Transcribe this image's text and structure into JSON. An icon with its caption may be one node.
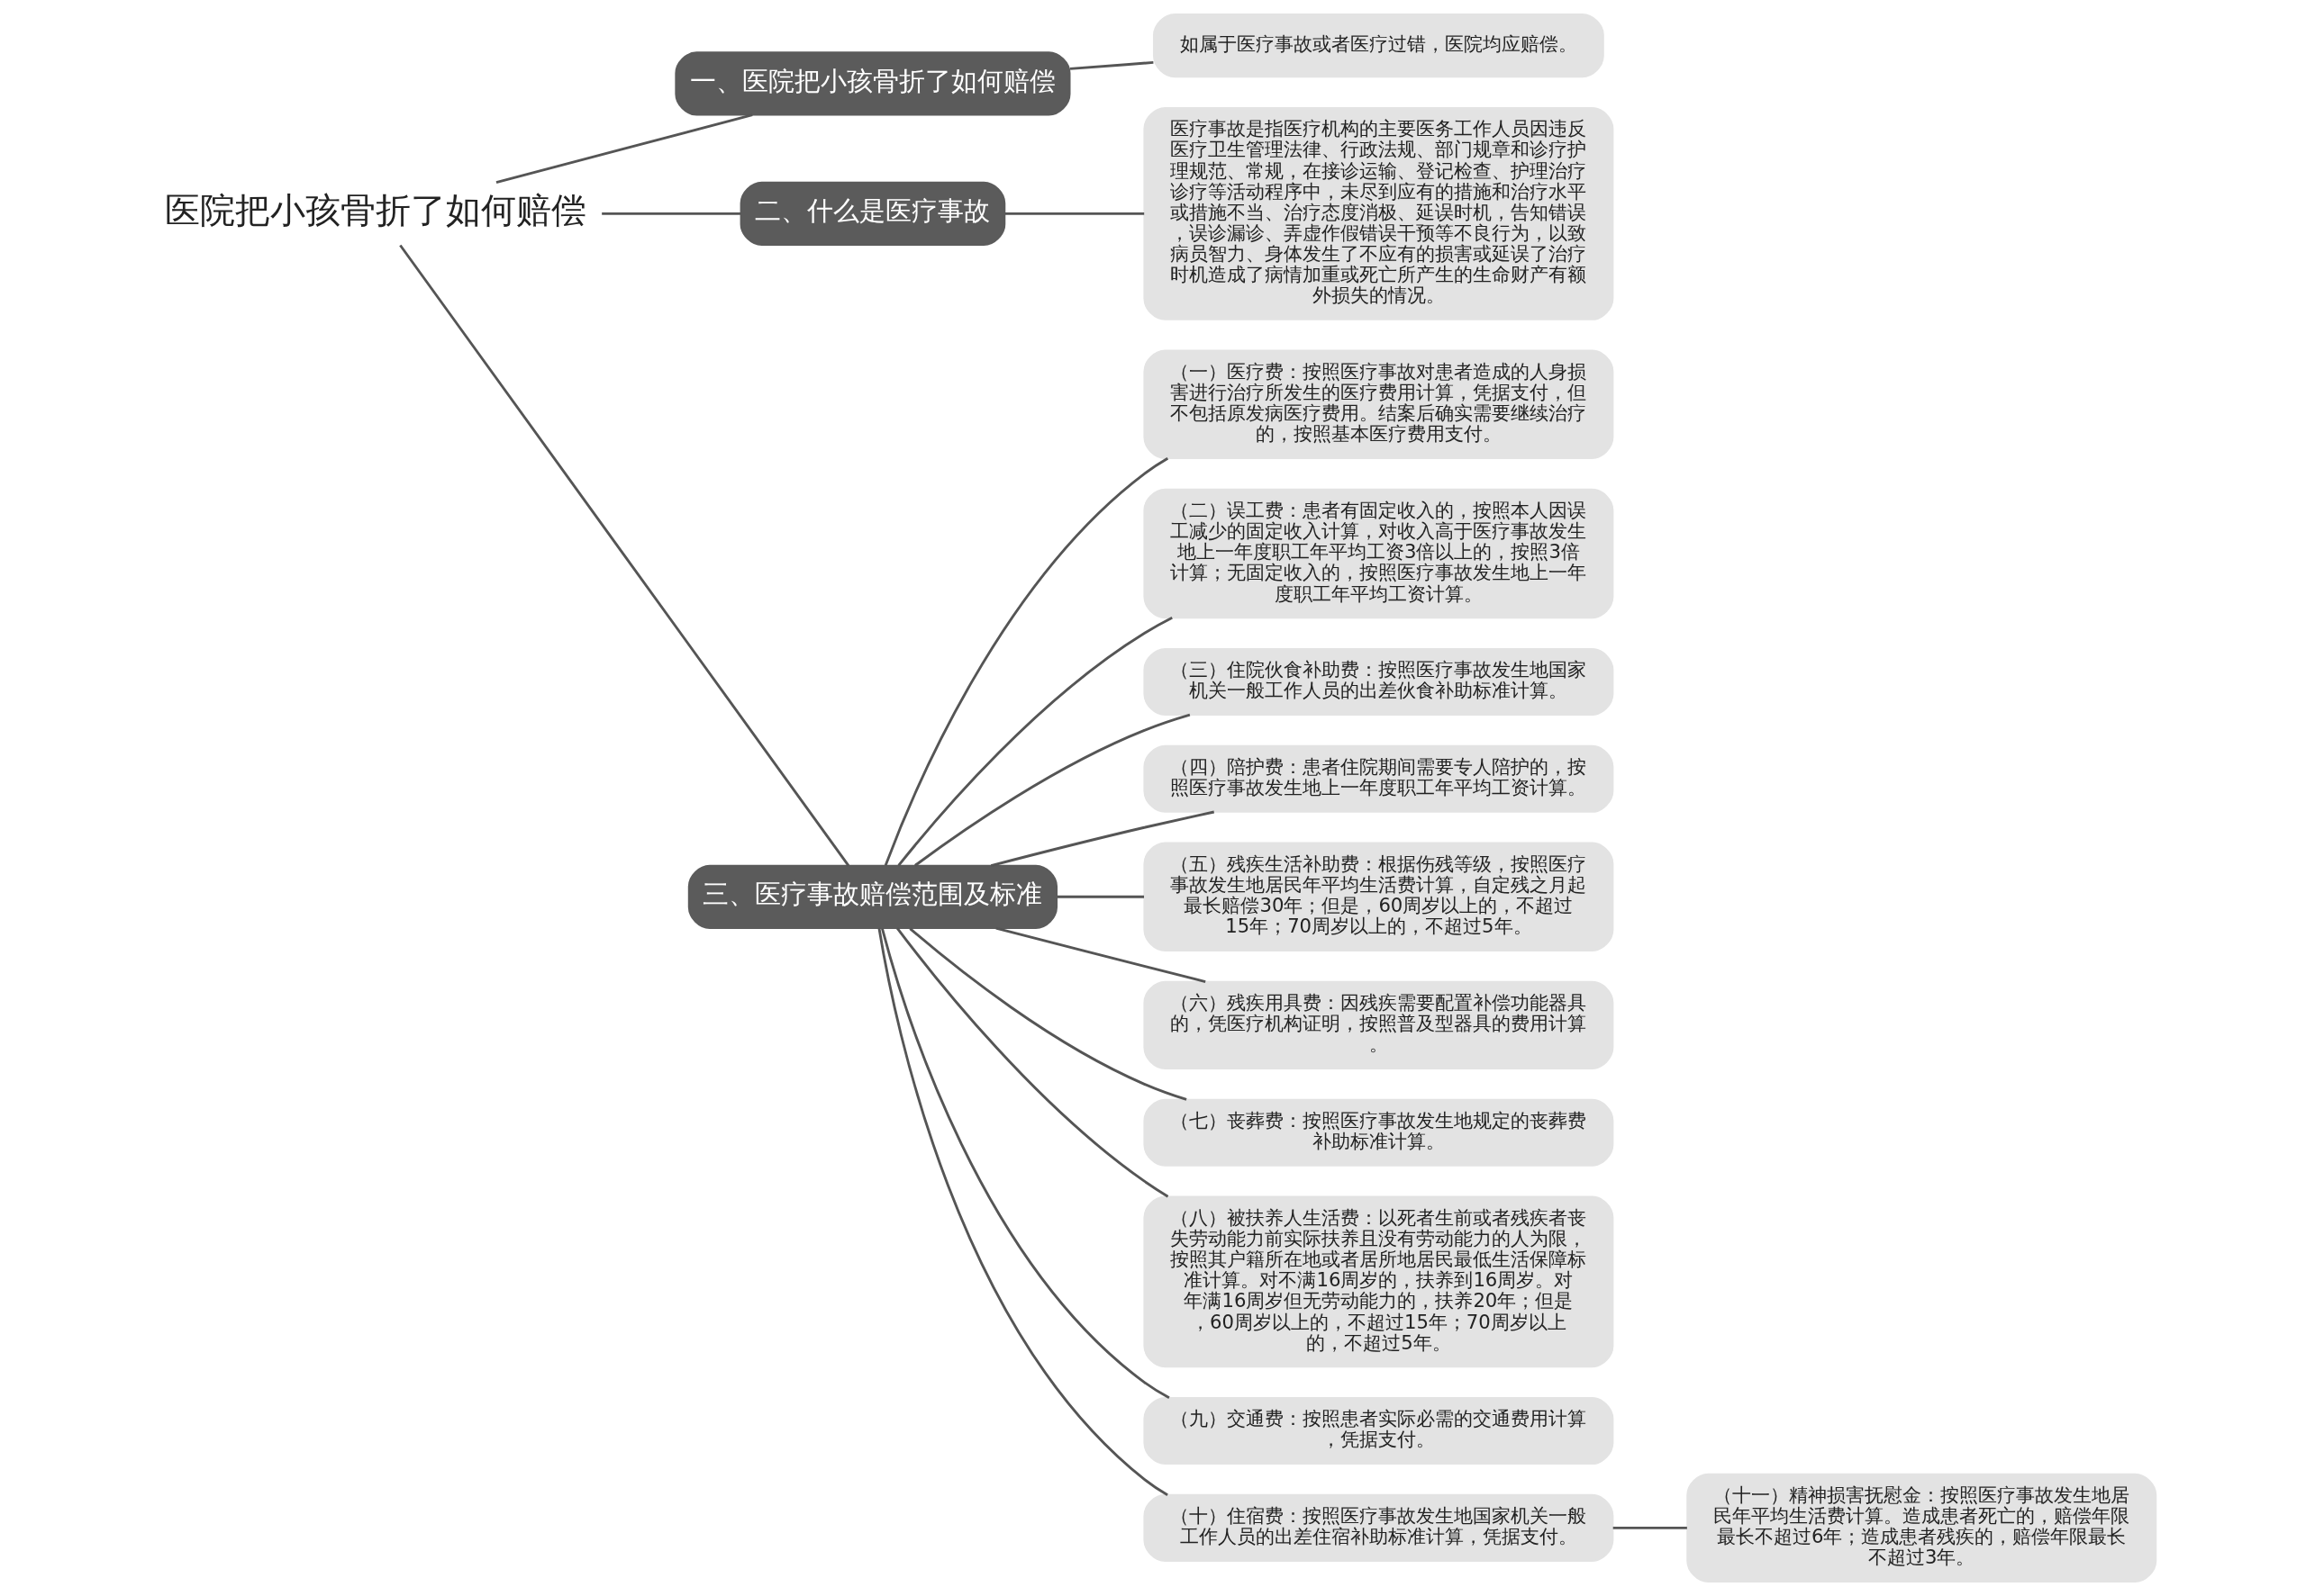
{
  "diagram": {
    "nodes": [
      {
        "text": [
          "医院把小孩骨折了如何赔偿"
        ]
      },
      {
        "text": [
          "一、医院把小孩骨折了如何赔偿"
        ]
      },
      {
        "text": [
          "如属于医疗事故或者医疗过错，医院均应赔偿。"
        ]
      },
      {
        "text": [
          "二、什么是医疗事故"
        ]
      },
      {
        "text": [
          "医疗事故是指医疗机构的主要医务工作人员因违反医疗卫生管理法律、行政法规、部门规章和诊疗护理规范、常规，在接诊运输、登记检查、护理治疗诊疗等活动程序中，未尽到应有的措施和治疗水平或措施不当、治疗态度消极、延误时机，告知错误，误诊漏诊、弄虚作假错误干预等不良行为，以致病员智力、身体发生了不应有的损害或延误了治疗时机造成了病情加重或死亡所产生的生命财产有额外损失的情况。"
        ]
      },
      {
        "text": [
          "三、医疗事故赔偿范围及标准"
        ]
      },
      {
        "text": [
          "（一）医疗费：按照医疗事故对患者造成的人身损害进行治疗所发生的医疗费用计算，凭据支付，但不包括原发病医疗费用。结案后确实需要继续治疗的，按照基本医疗费用支付。"
        ]
      },
      {
        "text": [
          "（二）误工费：患者有固定收入的，按照本人因误工减少的固定收入计算，对收入高于医疗事故发生地上一年度职工年平均工资3倍以上的，按照3倍计算；无固定收入的，按照医疗事故发生地上一年度职工年平均工资计算。"
        ]
      },
      {
        "text": [
          "（三）住院伙食补助费：按照医疗事故发生地国家机关一般工作人员的出差伙食补助标准计算。"
        ]
      },
      {
        "text": [
          "（四）陪护费：患者住院期间需要专人陪护的，按照医疗事故发生地上一年度职工年平均工资计算。"
        ]
      },
      {
        "text": [
          "（五）残疾生活补助费：根据伤残等级，按照医疗事故发生地居民年平均生活费计算，自定残之月起最长赔偿30年；但是，60周岁以上的，不超过15年；70周岁以上的，不超过5年。"
        ]
      },
      {
        "text": [
          "（六）残疾用具费：因残疾需要配置补偿功能器具的，凭医疗机构证明，按照普及型器具的费用计算。"
        ]
      },
      {
        "text": [
          "（七）丧葬费：按照医疗事故发生地规定的丧葬费补助标准计算。"
        ]
      },
      {
        "text": [
          "（八）被扶养人生活费：以死者生前或者残疾者丧失劳动能力前实际扶养且没有劳动能力的人为限，按照其户籍所在地或者居所地居民最低生活保障标准计算。对不满16周岁的，扶养到16周岁。对年满16周岁但无劳动能力的，扶养20年；但是，60周岁以上的，不超过15年；70周岁以上的，不超过5年。"
        ]
      },
      {
        "text": [
          "（九）交通费：按照患者实际必需的交通费用计算，凭据支付。"
        ]
      },
      {
        "text": [
          "（十）住宿费：按照医疗事故发生地国家机关一般工作人员的出差住宿补助标准计算，凭据支付。"
        ]
      },
      {
        "text": [
          "（十一）精神损害抚慰金：按照医疗事故发生地居民年平均生活费计算。造成患者死亡的，赔偿年限最长不超过6年；造成患者残疾的，赔偿年限最长不超过3年。"
        ]
      }
    ],
    "edges": [
      {
        "from": 0,
        "to": 1,
        "arrow": "none"
      },
      {
        "from": 1,
        "to": 2,
        "arrow": "none"
      },
      {
        "from": 0,
        "to": 3,
        "arrow": "none"
      },
      {
        "from": 3,
        "to": 4,
        "arrow": "none"
      },
      {
        "from": 0,
        "to": 5,
        "arrow": "none"
      },
      {
        "from": 5,
        "to": 6,
        "arrow": "none"
      },
      {
        "from": 5,
        "to": 7,
        "arrow": "none"
      },
      {
        "from": 5,
        "to": 8,
        "arrow": "none"
      },
      {
        "from": 5,
        "to": 9,
        "arrow": "none"
      },
      {
        "from": 5,
        "to": 10,
        "arrow": "none"
      },
      {
        "from": 5,
        "to": 11,
        "arrow": "none"
      },
      {
        "from": 5,
        "to": 12,
        "arrow": "none"
      },
      {
        "from": 5,
        "to": 13,
        "arrow": "none"
      },
      {
        "from": 5,
        "to": 14,
        "arrow": "none"
      },
      {
        "from": 5,
        "to": 15,
        "arrow": "none"
      },
      {
        "from": 15,
        "to": 16,
        "arrow": "none"
      }
    ]
  }
}
